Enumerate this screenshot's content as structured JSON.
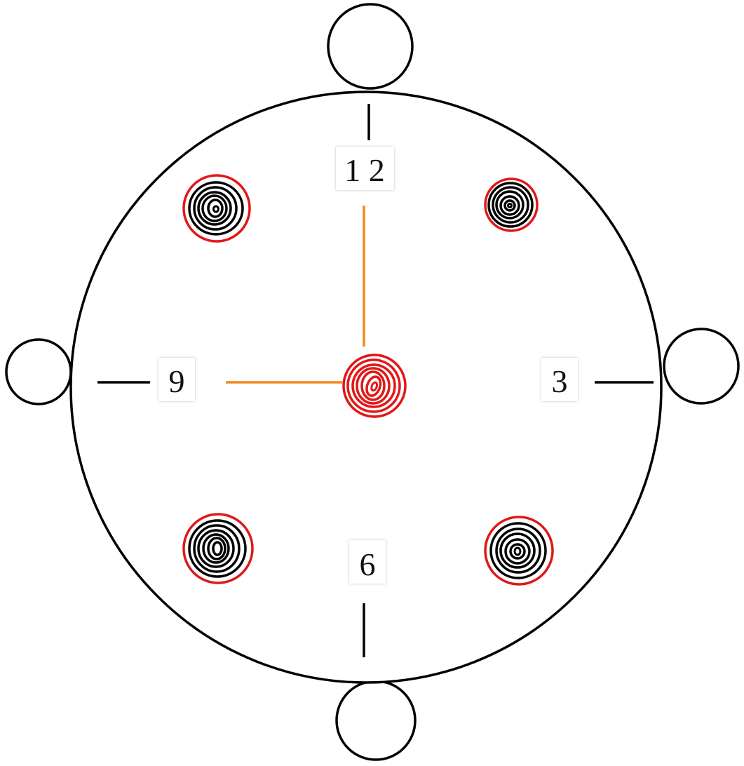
{
  "clock": {
    "numbers": {
      "twelve": "1 2",
      "three": "3",
      "six": "6",
      "nine": "9"
    },
    "colors": {
      "outline": "#000000",
      "hands": "#f08a1c",
      "spiral_accent": "#e01818",
      "background": "#ffffff"
    },
    "hands": [
      "hour-hand",
      "minute-hand"
    ],
    "decorations": [
      "swirl-top-left",
      "swirl-top-right",
      "swirl-bottom-left",
      "swirl-bottom-right",
      "swirl-center"
    ]
  }
}
